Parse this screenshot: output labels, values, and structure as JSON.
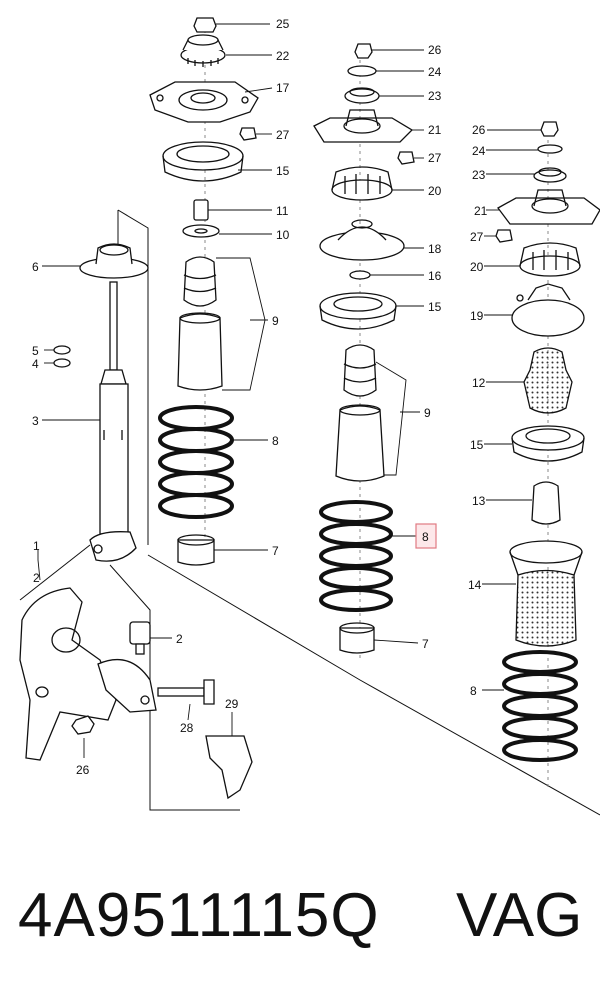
{
  "callouts": {
    "c25": "25",
    "c22": "22",
    "c17": "17",
    "c27a": "27",
    "c15a": "15",
    "c11": "11",
    "c10": "10",
    "c9a": "9",
    "c8a": "8",
    "c7a": "7",
    "c6": "6",
    "c5": "5",
    "c4": "4",
    "c3": "3",
    "c1": "1",
    "c2a": "2",
    "c2b": "2",
    "c26a": "26",
    "c28": "28",
    "c29": "29",
    "c26b": "26",
    "c24a": "24",
    "c23a": "23",
    "c21a": "21",
    "c27b": "27",
    "c20a": "20",
    "c18": "18",
    "c16": "16",
    "c15b": "15",
    "c9b": "9",
    "c8b": "8",
    "c7b": "7",
    "c26c": "26",
    "c24b": "24",
    "c23b": "23",
    "c21b": "21",
    "c27c": "27",
    "c20b": "20",
    "c19": "19",
    "c12": "12",
    "c15c": "15",
    "c13": "13",
    "c14": "14",
    "c8c": "8"
  },
  "highlight": {
    "color": "#e07a82",
    "fill": "#fde8ea"
  },
  "footer": {
    "part_number": "4A9511115Q",
    "brand": "VAG"
  }
}
